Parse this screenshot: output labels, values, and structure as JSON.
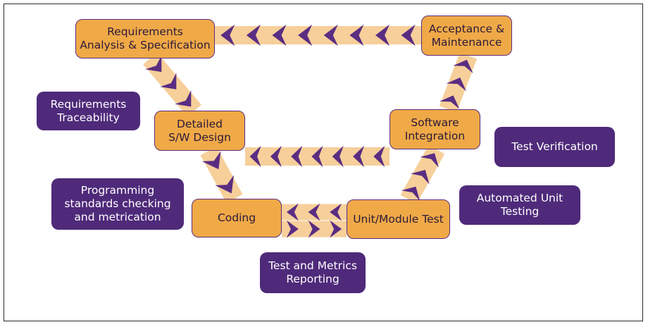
{
  "colors": {
    "stage_fill": "#f0a947",
    "stage_border": "#5a2d82",
    "note_fill": "#4f2a7a",
    "arrow": "#5a2d82",
    "band": "#f6cf9a",
    "frame": "#2a2a2a"
  },
  "stages": {
    "requirements": "Requirements\nAnalysis & Specification",
    "design": "Detailed\nS/W Design",
    "coding": "Coding",
    "unit_test": "Unit/Module Test",
    "integration": "Software\nIntegration",
    "acceptance": "Acceptance &\nMaintenance"
  },
  "notes": {
    "traceability": "Requirements\nTraceability",
    "standards": "Programming\nstandards checking\nand metrication",
    "reporting": "Test and Metrics\nReporting",
    "unit_testing": "Automated Unit\nTesting",
    "verification": "Test Verification"
  }
}
